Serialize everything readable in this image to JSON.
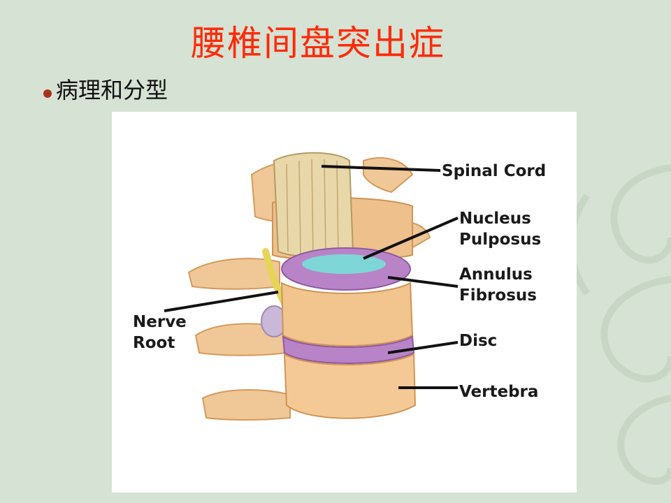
{
  "slide": {
    "title": "腰椎间盘突出症",
    "bullet": "病理和分型"
  },
  "figure": {
    "labels": {
      "spinal_cord": "Spinal Cord",
      "nucleus_1": "Nucleus",
      "nucleus_2": "Pulposus",
      "annulus_1": "Annulus",
      "annulus_2": "Fibrosus",
      "disc": "Disc",
      "vertebra": "Vertebra",
      "nerve_1": "Nerve",
      "nerve_2": "Root"
    }
  },
  "colors": {
    "title": "#ff2a0a",
    "background": "#d6e2d3",
    "bone": "#f2c48e",
    "disc": "#b07cc0",
    "nucleus": "#7fd6d6"
  }
}
